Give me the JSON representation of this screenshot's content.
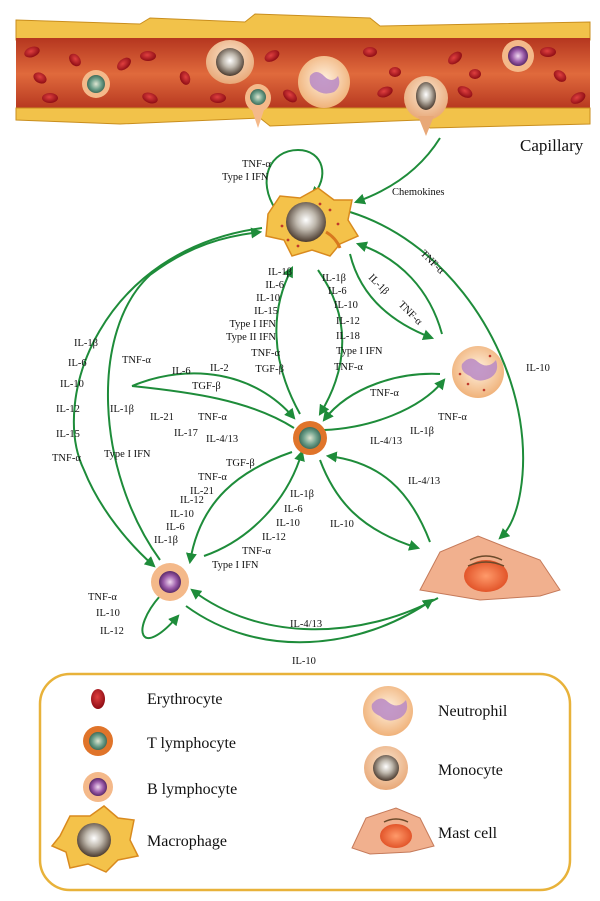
{
  "capillary_label": "Capillary",
  "chemokines_label": "Chemokines",
  "labels": {
    "macro_self": [
      "TNF-α",
      "Type I IFN"
    ],
    "tcell_to_macro": [
      "IL-1β",
      "IL-6",
      "IL-10",
      "IL-15",
      "Type I IFN",
      "Type II IFN",
      "TNF-α",
      "TGF-β"
    ],
    "macro_to_tcell": [
      "IL-1β",
      "IL-6",
      "IL-10",
      "IL-12",
      "IL-18",
      "Type I IFN",
      "TNF-α"
    ],
    "macro_neutro_il1b": "IL-1β",
    "macro_neutro_tnf": "TNF-α",
    "neutro_macro_tnf": "TNF-α",
    "macro_to_mast": "IL-10",
    "left_outer": [
      "IL-1β",
      "IL-6",
      "IL-10",
      "IL-12",
      "IL-15",
      "TNF-α"
    ],
    "left_inner": [
      "TNF-α",
      "IL-1β",
      "Type I IFN"
    ],
    "tcell_left_top": [
      "IL-6",
      "IL-2",
      "TGF-β"
    ],
    "tcell_left_bottom": [
      "IL-21",
      "TNF-α",
      "IL-17",
      "IL-4/13"
    ],
    "neutro_to_tcell": "TNF-α",
    "tcell_to_neutro": [
      "TNF-α",
      "IL-1β",
      "IL-4/13"
    ],
    "mast_to_tcell": "IL-4/13",
    "tcell_to_mast": "IL-10",
    "tcell_to_bcell": [
      "TGF-β",
      "TNF-α",
      "IL-21",
      "IL-12",
      "IL-10",
      "IL-6",
      "IL-1β"
    ],
    "bcell_to_tcell": [
      "IL-1β",
      "IL-6",
      "IL-10",
      "IL-12",
      "TNF-α",
      "Type I IFN"
    ],
    "bcell_self": [
      "TNF-α",
      "IL-10",
      "IL-12"
    ],
    "mast_to_bcell": "IL-4/13",
    "bcell_to_mast": "IL-10"
  },
  "legend": {
    "erythrocyte": "Erythrocyte",
    "t_lymphocyte": "T lymphocyte",
    "b_lymphocyte": "B lymphocyte",
    "macrophage": "Macrophage",
    "neutrophil": "Neutrophil",
    "monocyte": "Monocyte",
    "mast_cell": "Mast cell"
  },
  "colors": {
    "arrow": "#1e8c3a",
    "vessel_wall": "#f2c24a",
    "vessel_lumen": "#c8422a",
    "erythrocyte": "#b01620",
    "legend_border": "#e8b23a"
  }
}
